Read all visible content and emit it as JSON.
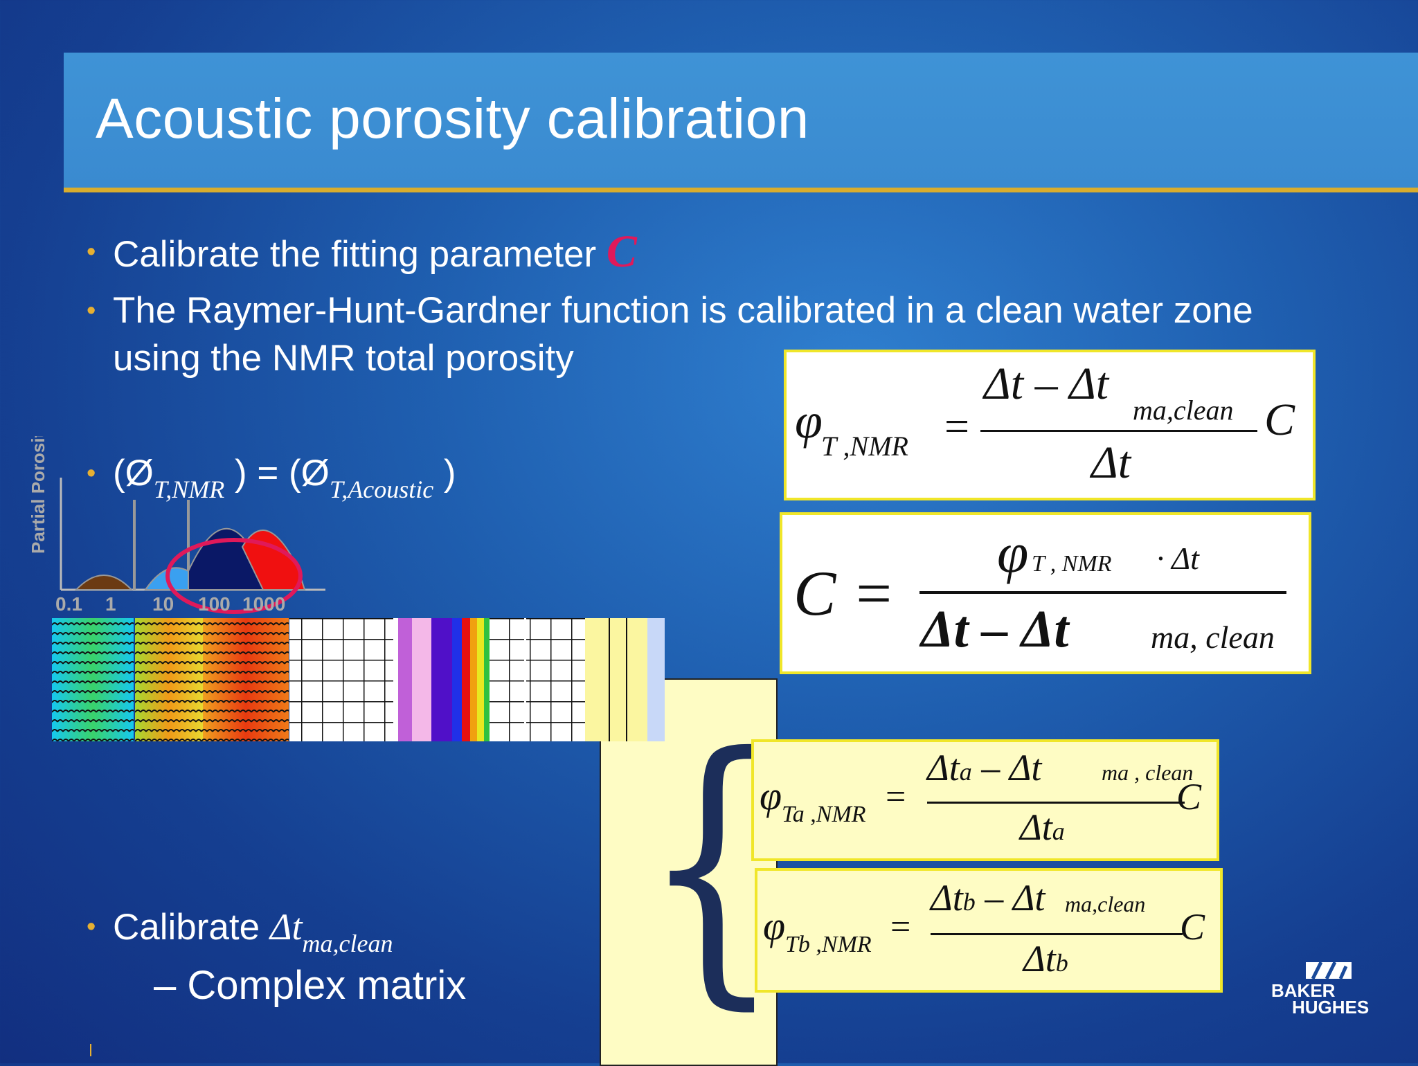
{
  "title": "Acoustic porosity calibration",
  "bullets": {
    "b1_text": "Calibrate the fitting parameter ",
    "b1_param": "C",
    "b2_line1": "The Raymer-Hunt-Gardner function is calibrated in a clean water zone",
    "b2_line2": "using the NMR total porosity",
    "b3_open": "(Ø",
    "b3_sub1": "T,NMR",
    "b3_mid": " ) = (Ø",
    "b3_sub2": "T,Acoustic",
    "b3_close": " )",
    "b4_text": "Calibrate ",
    "b4_dt": "Δt",
    "b4_sub": "ma,clean",
    "b5_text": "–  Complex matrix"
  },
  "eq1": {
    "lhs": "φ",
    "lhs_sub": "T ,NMR",
    "num": "Δt – Δt",
    "num_sub": "ma,clean",
    "den": "Δt",
    "rhs": "C"
  },
  "eq2": {
    "lhs": "C =",
    "num": "φ",
    "num_sub": "T , NMR",
    "num_tail": "· Δt",
    "den": "Δt – Δt",
    "den_sub": "ma, clean"
  },
  "eq3": {
    "lhs": "φ",
    "lhs_sub": "Ta ,NMR",
    "num": "Δt",
    "num_a": "a",
    "num_mid": " – Δt",
    "num_sub": "ma , clean",
    "den": "Δt",
    "den_sub": "a",
    "rhs": "C"
  },
  "eq4": {
    "lhs": "φ",
    "lhs_sub": "Tb ,NMR",
    "num": "Δt",
    "num_b": "b",
    "num_mid": " – Δt",
    "num_sub": "ma,clean",
    "den": "Δt",
    "den_sub": "b",
    "rhs": "C"
  },
  "graph": {
    "ylabel": "Partial Porosity",
    "ticks": [
      "0.1",
      "1",
      "10",
      "100",
      "1000"
    ]
  },
  "logo": {
    "line1": "BAKER",
    "line2": "HUGHES"
  },
  "colors": {
    "accent_gold": "#d9ad2e",
    "param_red": "#e0195a",
    "box_border": "#f0e62a"
  }
}
